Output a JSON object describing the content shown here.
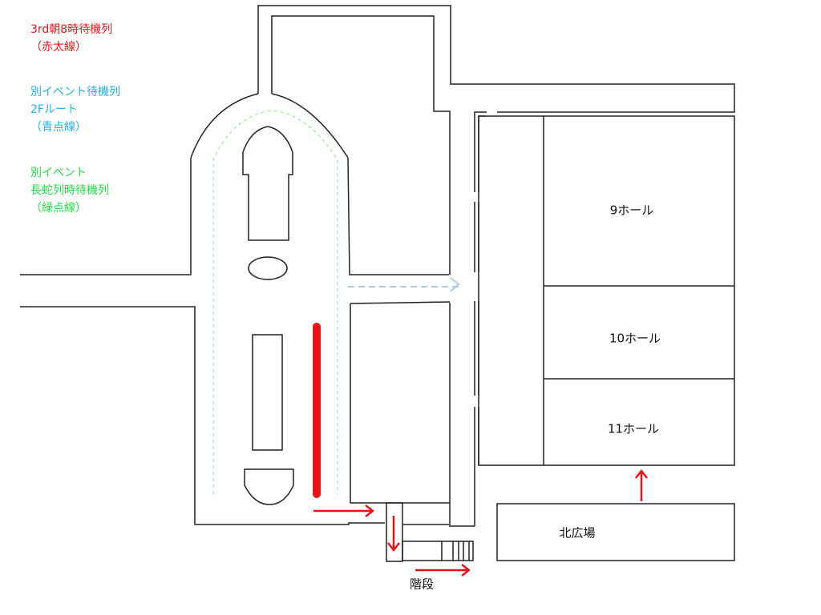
{
  "legend": {
    "red": {
      "lines": [
        "3rd朝8時待機列",
        "（赤太線）"
      ],
      "color": "#e8141a"
    },
    "blue": {
      "lines": [
        "別イベント待機列",
        "2Fルート",
        "（青点線）"
      ],
      "color": "#1fb2e8"
    },
    "green": {
      "lines": [
        "別イベント",
        "長蛇列時待機列",
        "（緑点線）"
      ],
      "color": "#22dd44"
    }
  },
  "labels": {
    "hall9": "9ホール",
    "hall10": "10ホール",
    "hall11": "11ホール",
    "north_plaza": "北広場",
    "stairs": "階段"
  },
  "colors": {
    "wall": "#222222",
    "red_line": "#e8141a",
    "blue_dash": "#a8ccf0",
    "green_dash": "#a8eea0"
  }
}
